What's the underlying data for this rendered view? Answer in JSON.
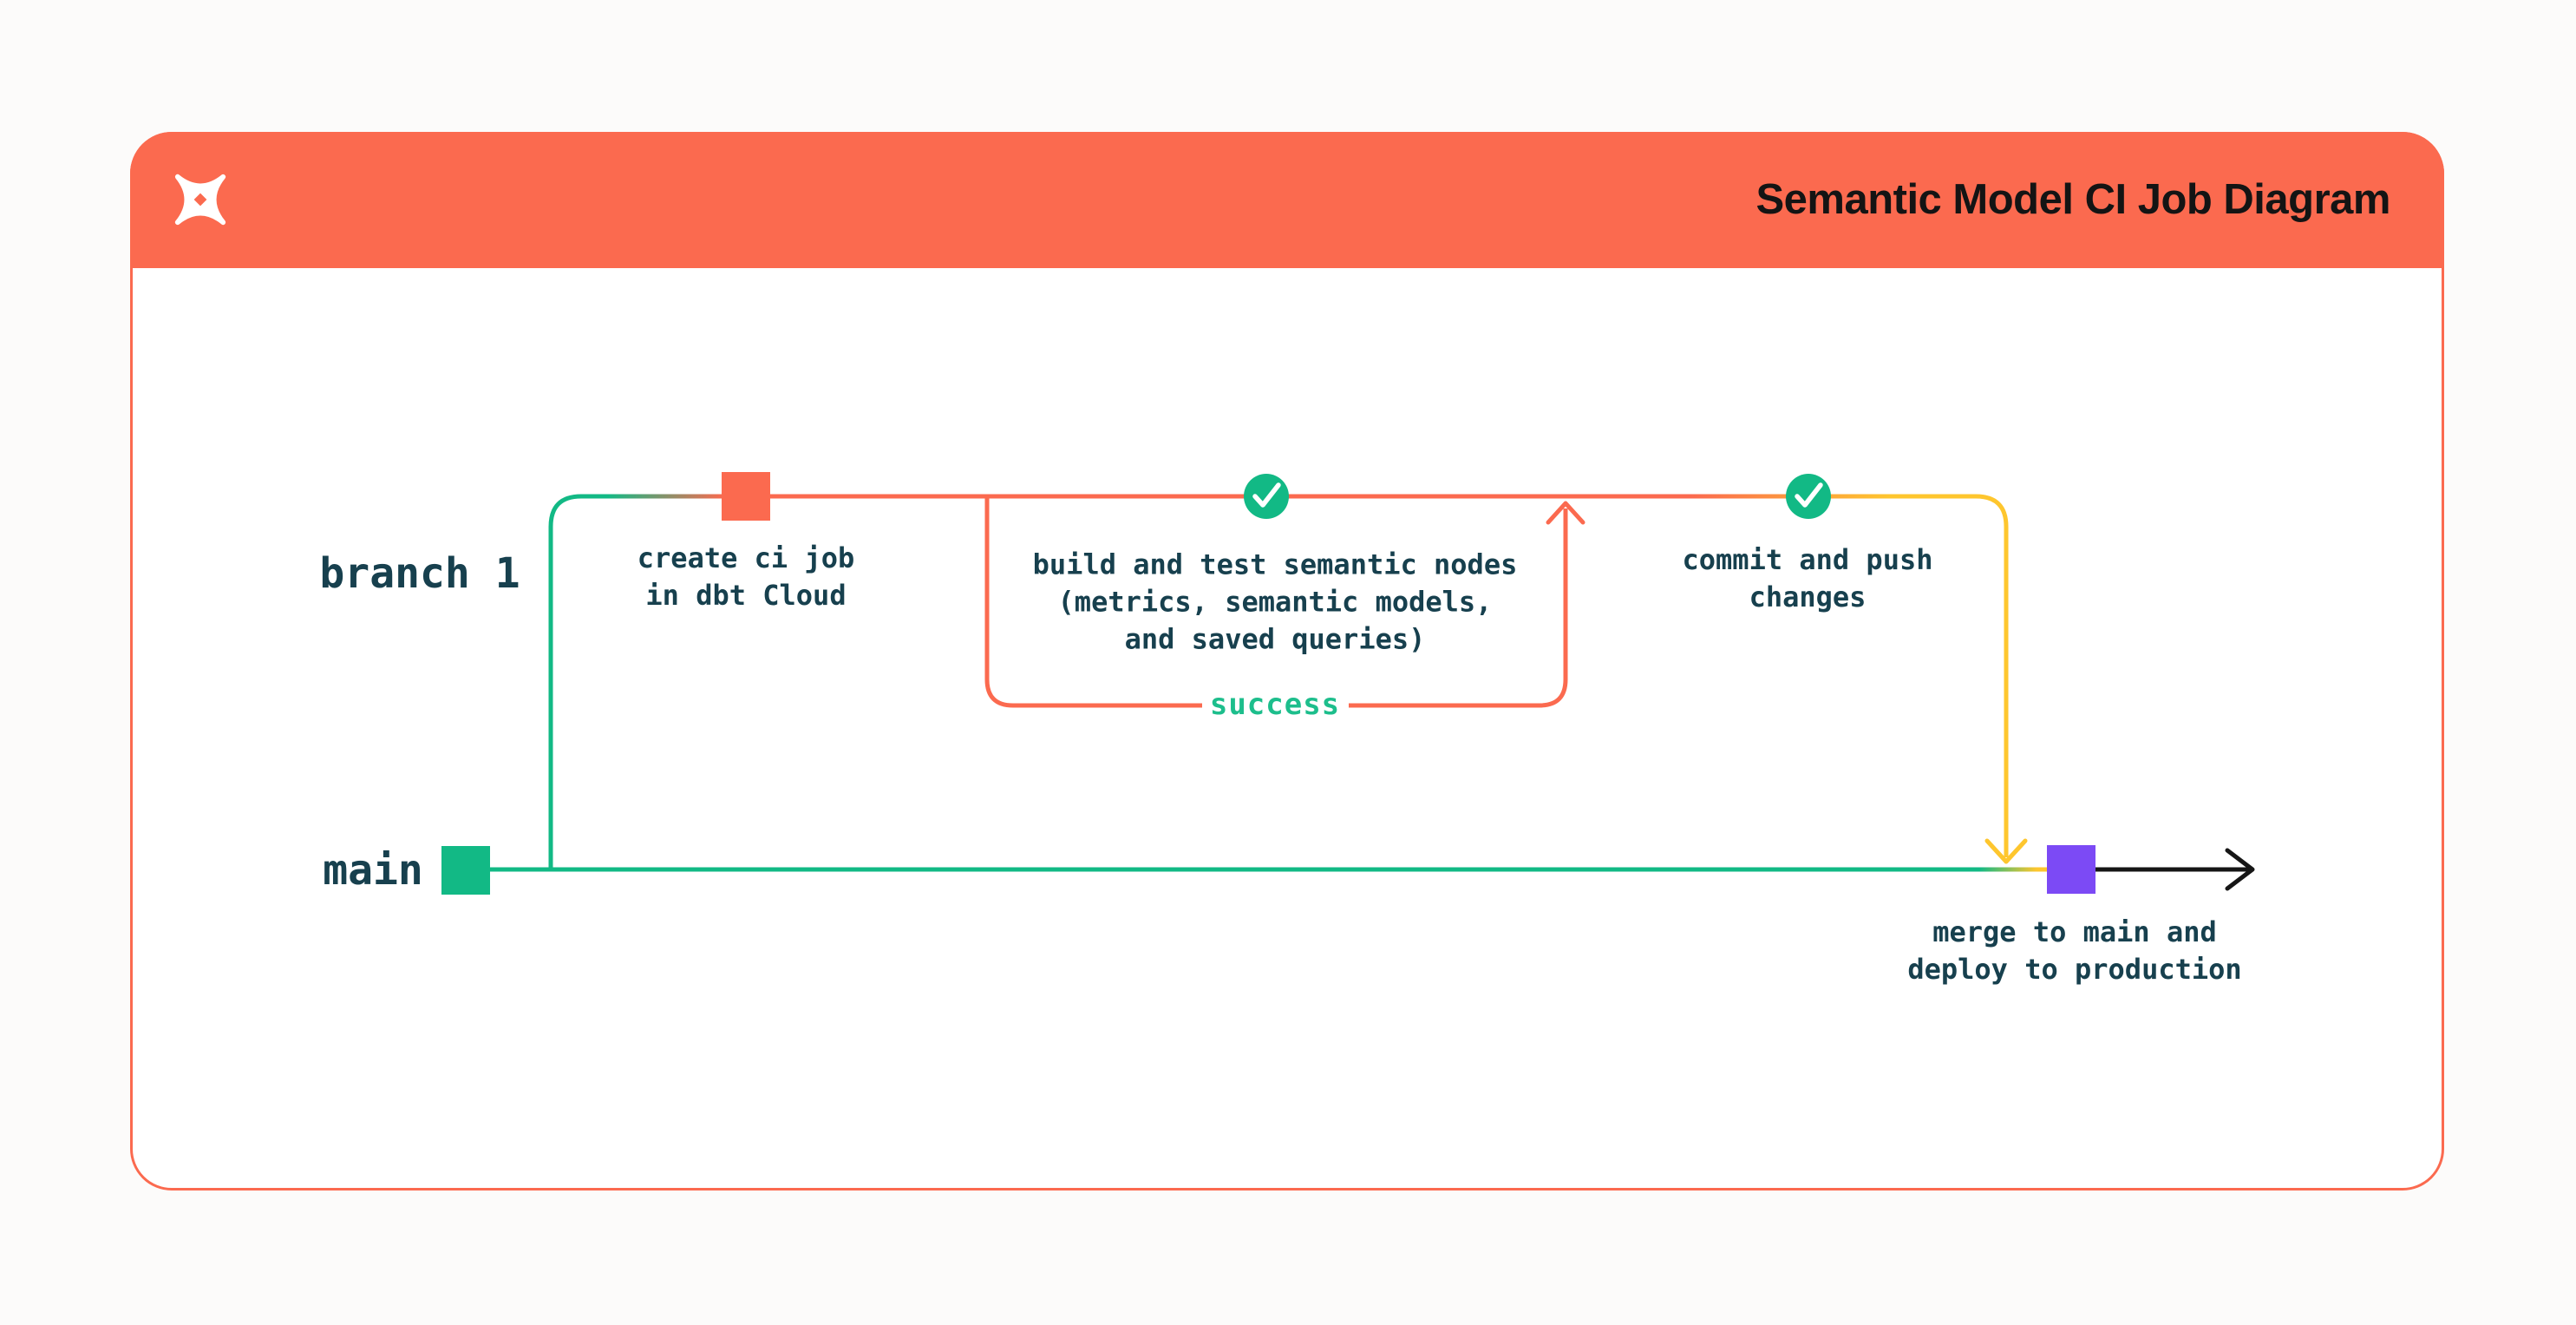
{
  "header": {
    "title": "Semantic Model CI Job Diagram",
    "logo": "dbt-logo",
    "background_color": "#FB6A4F",
    "title_color": "#141414"
  },
  "branches": {
    "branch1": {
      "label": "branch 1"
    },
    "main": {
      "label": "main"
    }
  },
  "nodes": [
    {
      "id": "create-ci-job",
      "marker": "orange-square-commit",
      "label": "create ci job\nin dbt Cloud"
    },
    {
      "id": "build-and-test",
      "marker": "check-circle",
      "label": "build and test semantic nodes\n(metrics, semantic models,\nand saved queries)"
    },
    {
      "id": "commit-and-push",
      "marker": "check-circle",
      "label": "commit and push\nchanges"
    },
    {
      "id": "merge-deploy",
      "marker": "purple-square-commit",
      "label": "merge to main and\ndeploy to production"
    }
  ],
  "loop": {
    "label": "success"
  },
  "colors": {
    "orange": "#FB6A4F",
    "green": "#12B985",
    "success_green": "#1DBE8C",
    "yellow": "#FEC62E",
    "purple": "#7C4AF5",
    "text_dark": "#17404E",
    "arrow_black": "#161616",
    "card_background": "#FFFFFF",
    "page_background": "#FCFBFA"
  }
}
